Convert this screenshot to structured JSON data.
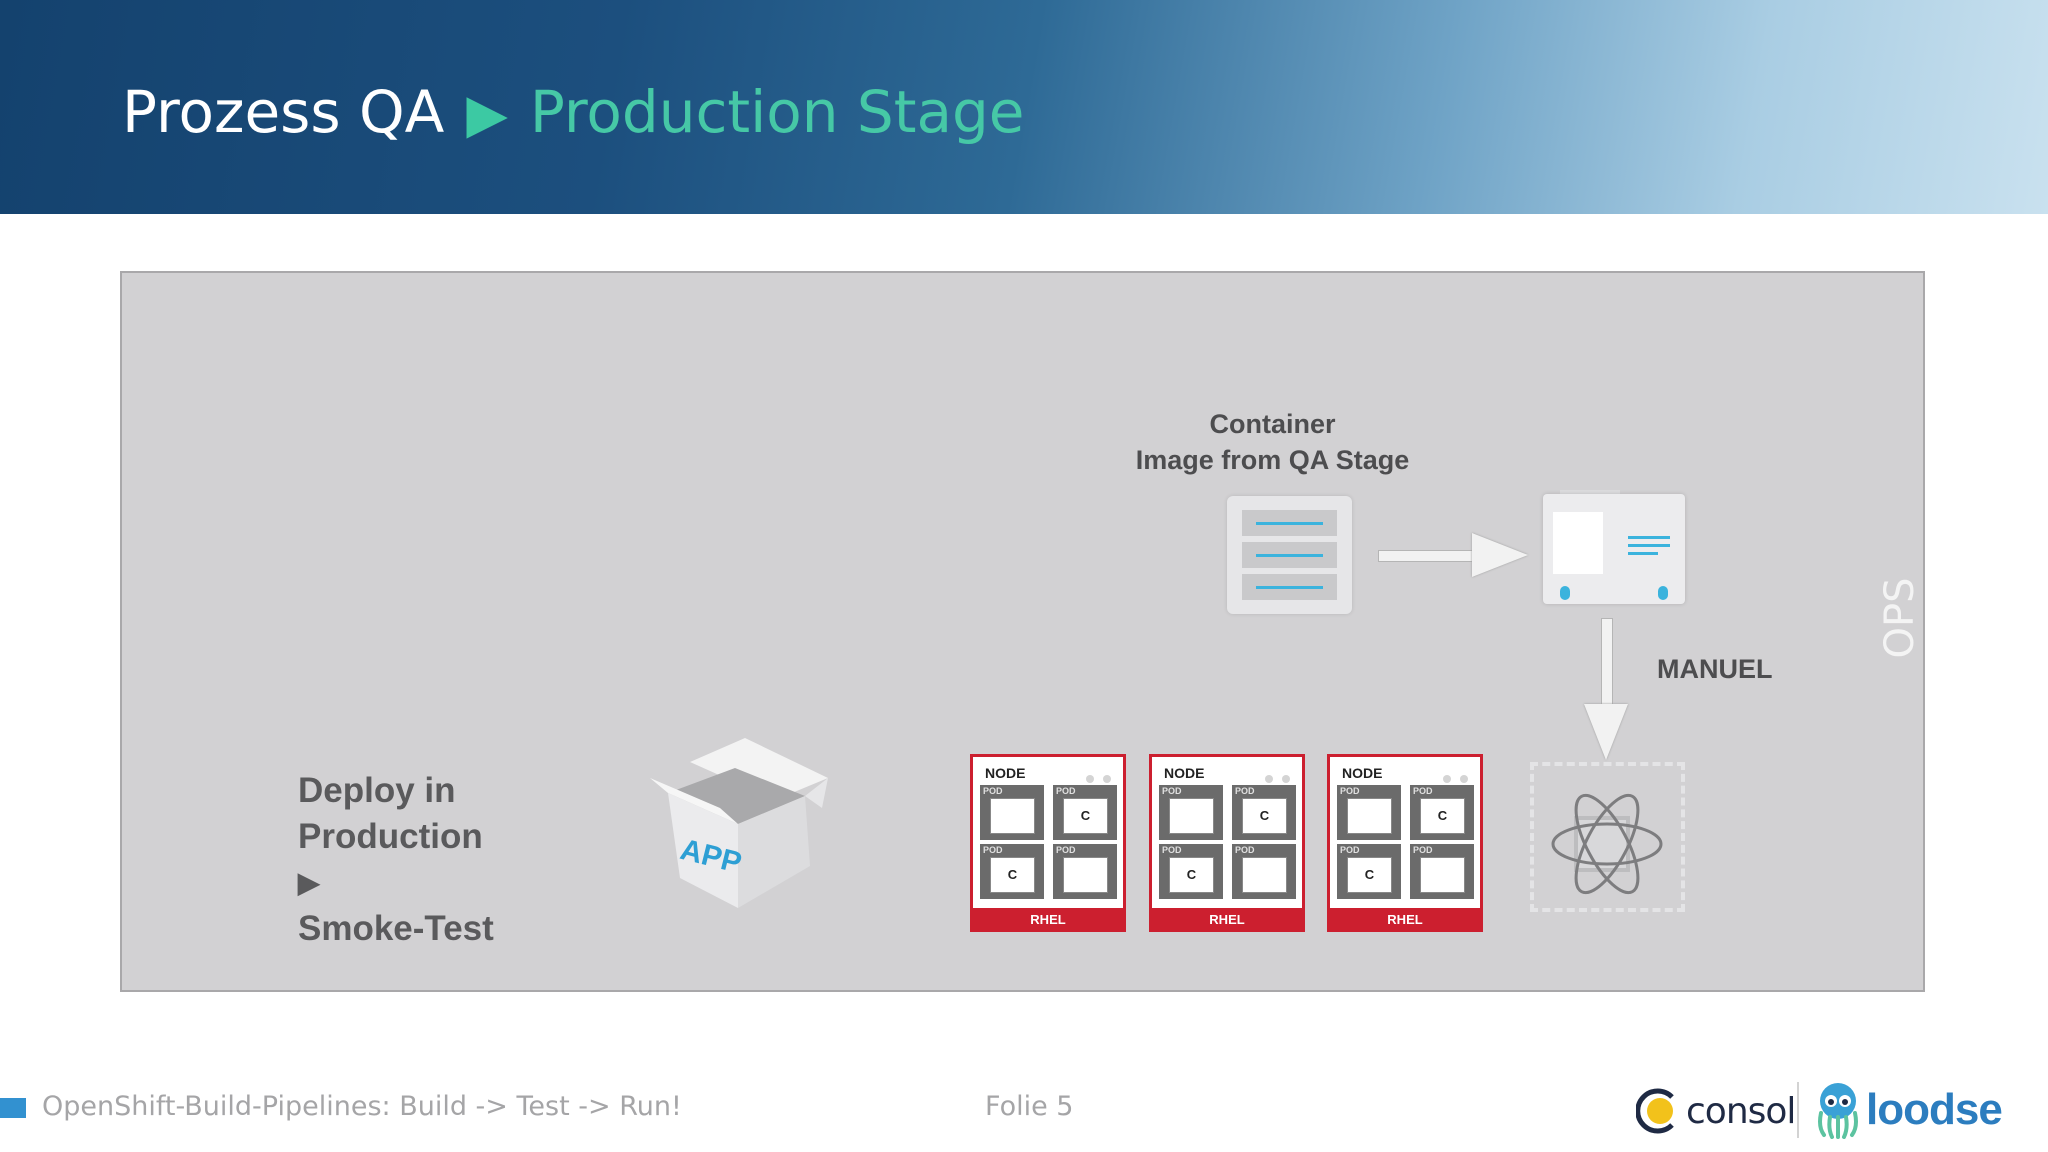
{
  "header": {
    "title_prefix": "Prozess QA",
    "arrow": "▶",
    "title_main": "Production Stage",
    "colors": {
      "gradient_start": "#14426e",
      "gradient_end": "#c9e1ef",
      "accent": "#46c8a6"
    }
  },
  "diagram": {
    "container_caption": [
      "Container",
      "Image from QA Stage"
    ],
    "manual_label": "MANUEL",
    "ops_label": "OPS",
    "deploy_lines": [
      "Deploy in",
      "Production",
      "Smoke-Test"
    ],
    "deploy_arrow": "▶",
    "app_label": "APP",
    "nodes": [
      {
        "title": "NODE",
        "footer": "RHEL",
        "pods": [
          {
            "label": "POD",
            "content": ""
          },
          {
            "label": "POD",
            "content": "C"
          },
          {
            "label": "POD",
            "content": "C"
          },
          {
            "label": "POD",
            "content": ""
          }
        ]
      },
      {
        "title": "NODE",
        "footer": "RHEL",
        "pods": [
          {
            "label": "POD",
            "content": ""
          },
          {
            "label": "POD",
            "content": "C"
          },
          {
            "label": "POD",
            "content": "C"
          },
          {
            "label": "POD",
            "content": ""
          }
        ]
      },
      {
        "title": "NODE",
        "footer": "RHEL",
        "pods": [
          {
            "label": "POD",
            "content": ""
          },
          {
            "label": "POD",
            "content": "C"
          },
          {
            "label": "POD",
            "content": "C"
          },
          {
            "label": "POD",
            "content": ""
          }
        ]
      }
    ],
    "colors": {
      "panel": "#d2d1d3",
      "node_red": "#cc1f2f",
      "icon_blue": "#3bb3dd"
    }
  },
  "footer": {
    "text": "OpenShift-Build-Pipelines: Build -> Test -> Run!",
    "page": "Folie 5",
    "logo_consol": "consol",
    "logo_loodse": "loodse"
  }
}
